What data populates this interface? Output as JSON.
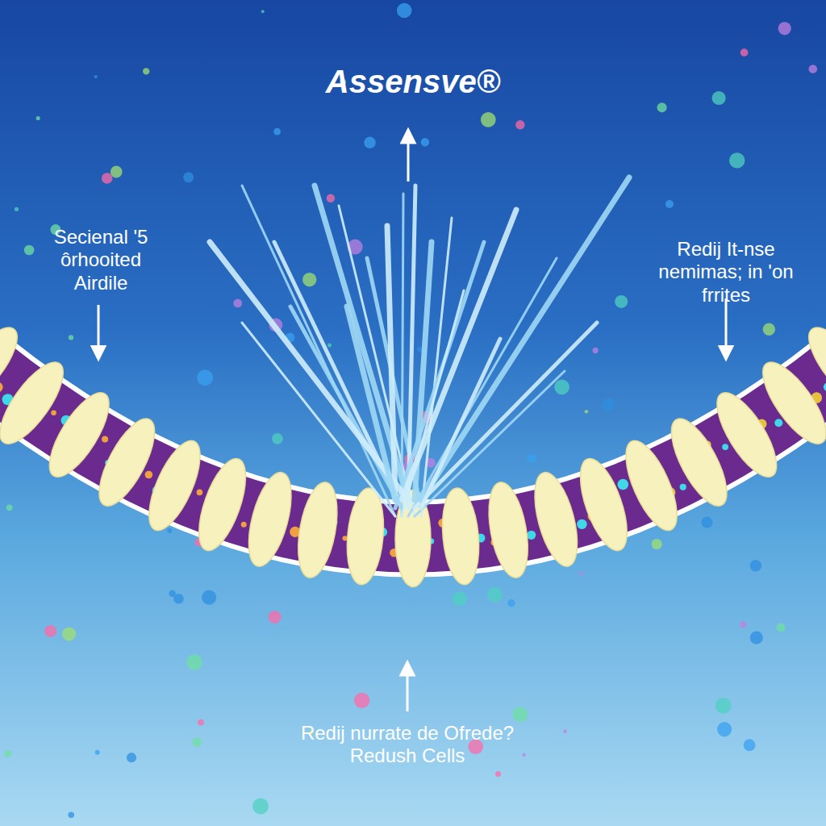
{
  "diagram": {
    "title": "Assensve®",
    "labels": [
      "Secienal '5 ôrhooited Airdile",
      "Redij It-nse nemimas; in 'on frrites",
      "Redij nurrate de Ofrede? Redush Cells"
    ]
  }
}
